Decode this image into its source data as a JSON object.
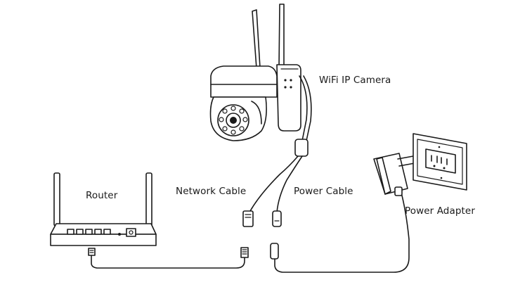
{
  "labels": {
    "camera": "WiFi IP Camera",
    "router": "Router",
    "network_cable": "Network Cable",
    "power_cable": "Power Cable",
    "power_adapter": "Power Adapter"
  },
  "colors": {
    "line": "#1a1a1a",
    "background": "#ffffff"
  }
}
